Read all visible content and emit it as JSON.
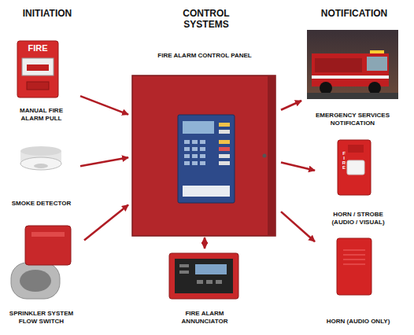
{
  "diagram": {
    "nodes": [
      {
        "text": [
          "MANUAL FIRE ALARM PULL"
        ]
      },
      {
        "text": [
          "SMOKE DETECTOR"
        ]
      },
      {
        "text": [
          "SPRINKLER SYSTEM FLOW SWITCH"
        ]
      },
      {
        "text": [
          "FIRE ALARM CONTROL PANEL"
        ]
      },
      {
        "text": [
          "FIRE ALARM ANNUNCIATOR"
        ]
      },
      {
        "text": [
          "EMERGENCY SERVICES NOTIFICATION"
        ]
      },
      {
        "text": [
          "HORN / STROBE (AUDIO / VISUAL)"
        ]
      },
      {
        "text": [
          "HORN (AUDIO ONLY)"
        ]
      }
    ],
    "edges": [
      {
        "from": 0,
        "to": 3,
        "arrow": "to"
      },
      {
        "from": 1,
        "to": 3,
        "arrow": "to"
      },
      {
        "from": 2,
        "to": 3,
        "arrow": "to"
      },
      {
        "from": 3,
        "to": 4,
        "arrow": "both"
      },
      {
        "from": 3,
        "to": 5,
        "arrow": "to"
      },
      {
        "from": 3,
        "to": 6,
        "arrow": "to"
      },
      {
        "from": 3,
        "to": 7,
        "arrow": "to"
      }
    ],
    "labels": [
      "INITIATION",
      "CONTROL SYSTEMS",
      "NOTIFICATION",
      "FIRE",
      "FIRE"
    ]
  }
}
